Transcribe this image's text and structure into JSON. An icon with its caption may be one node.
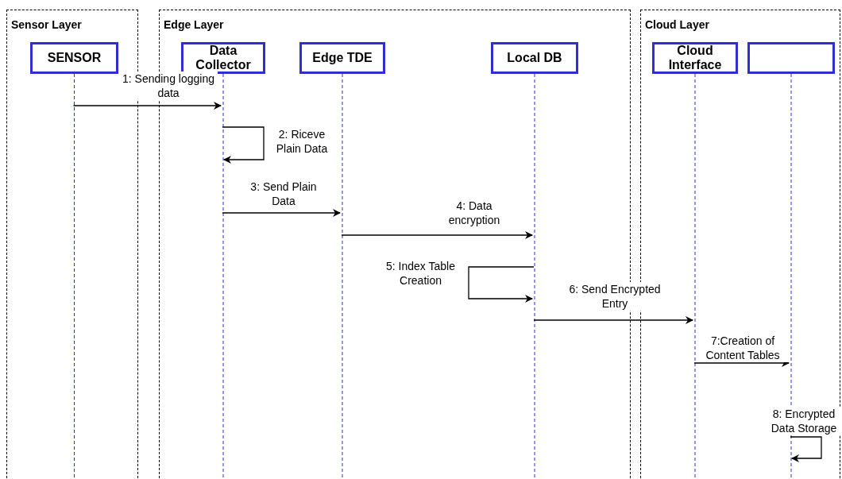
{
  "diagram": {
    "nodes": [
      {
        "text": [
          "Sensor Layer"
        ]
      },
      {
        "text": [
          "SENSOR"
        ],
        "in": 0
      },
      {
        "text": [
          "Edge Layer"
        ]
      },
      {
        "text": [
          "Data Collector"
        ],
        "in": 2
      },
      {
        "text": [
          "Edge TDE"
        ],
        "in": 2
      },
      {
        "text": [
          "Local DB"
        ],
        "in": 2
      },
      {
        "text": [
          "Cloud Layer"
        ]
      },
      {
        "text": [
          "Cloud Interface"
        ],
        "in": 6
      },
      {
        "text": [],
        "shape": "box",
        "in": 6
      }
    ],
    "edges": [
      {
        "from": 1,
        "to": 3,
        "arrow": "to",
        "label": "1: Sending logging data"
      },
      {
        "from": 3,
        "to": 3,
        "arrow": "to",
        "label": "2: Riceve Plain Data"
      },
      {
        "from": 3,
        "to": 4,
        "arrow": "to",
        "label": "3: Send Plain Data"
      },
      {
        "from": 4,
        "to": 5,
        "arrow": "to",
        "label": "4: Data encryption"
      },
      {
        "from": 5,
        "to": 5,
        "arrow": "to",
        "label": "5: Index Table Creation"
      },
      {
        "from": 5,
        "to": 7,
        "arrow": "to",
        "label": "6: Send Encrypted Entry"
      },
      {
        "from": 7,
        "to": 8,
        "arrow": "to",
        "label": "7:Creation of Content Tables"
      },
      {
        "from": 8,
        "to": 8,
        "arrow": "to",
        "label": "8: Encrypted Data Storage"
      }
    ]
  }
}
